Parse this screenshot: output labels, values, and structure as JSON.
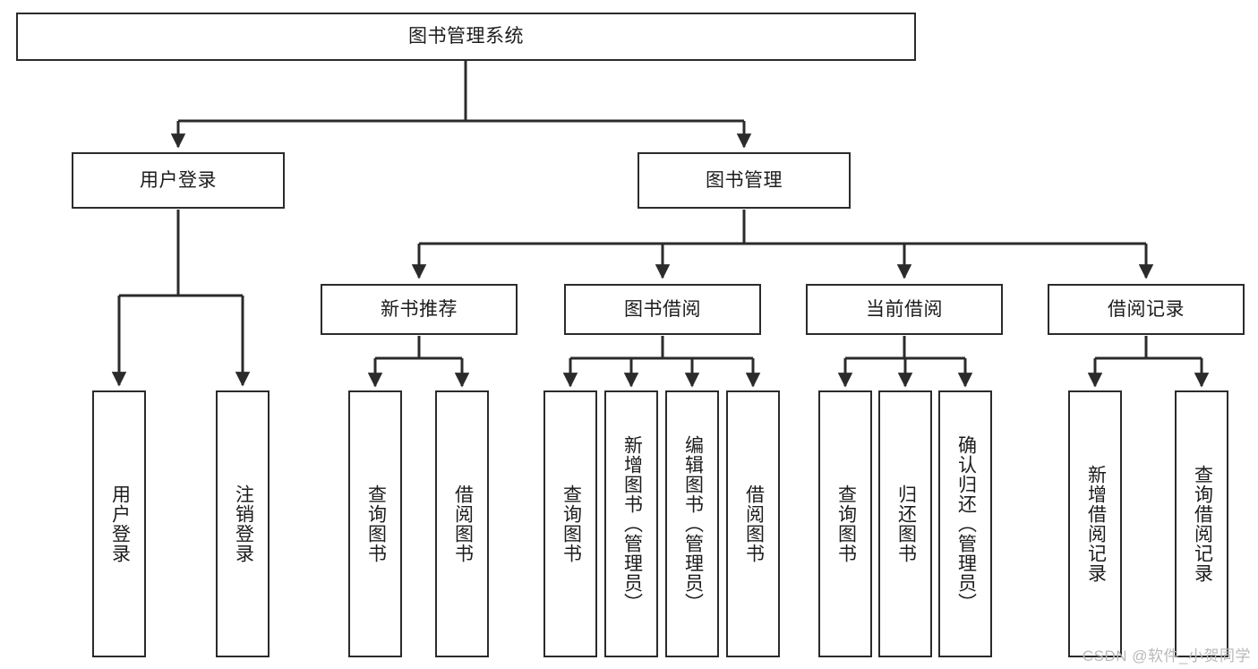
{
  "diagram": {
    "type": "tree",
    "title": "图书管理系统",
    "watermark": "CSDN @软件_小贺同学",
    "colors": {
      "stroke": "#2b2b2b",
      "fill": "#ffffff",
      "text": "#1c1c1c",
      "watermark": "#b9b9b9"
    },
    "levels": {
      "root": {
        "label": "图书管理系统"
      },
      "level2": [
        {
          "label": "用户登录"
        },
        {
          "label": "图书管理"
        }
      ],
      "level3": [
        {
          "label": "新书推荐"
        },
        {
          "label": "图书借阅"
        },
        {
          "label": "当前借阅"
        },
        {
          "label": "借阅记录"
        }
      ],
      "leaves": {
        "user_login": [
          {
            "label": "用户登录"
          },
          {
            "label": "注销登录"
          }
        ],
        "new_book_recommend": [
          {
            "label": "查询图书"
          },
          {
            "label": "借阅图书"
          }
        ],
        "book_borrow": [
          {
            "label": "查询图书"
          },
          {
            "label": "新增图书（管理员）"
          },
          {
            "label": "编辑图书（管理员）"
          },
          {
            "label": "借阅图书"
          }
        ],
        "current_borrow": [
          {
            "label": "查询图书"
          },
          {
            "label": "归还图书"
          },
          {
            "label": "确认归还（管理员）"
          }
        ],
        "borrow_record": [
          {
            "label": "新增借阅记录"
          },
          {
            "label": "查询借阅记录"
          }
        ]
      }
    }
  }
}
